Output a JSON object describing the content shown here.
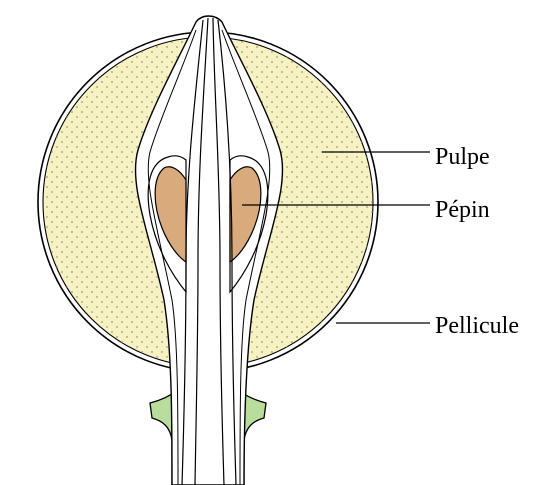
{
  "labels": {
    "pulpe": "Pulpe",
    "pepin": "Pépin",
    "pellicule": "Pellicule"
  },
  "colors": {
    "pulp": "#f7f2c4",
    "pulp_dots": "#9a9a6a",
    "seed": "#d8aa7c",
    "stem": "#b9dd9b",
    "outline": "#000000",
    "background": "#ffffff"
  }
}
